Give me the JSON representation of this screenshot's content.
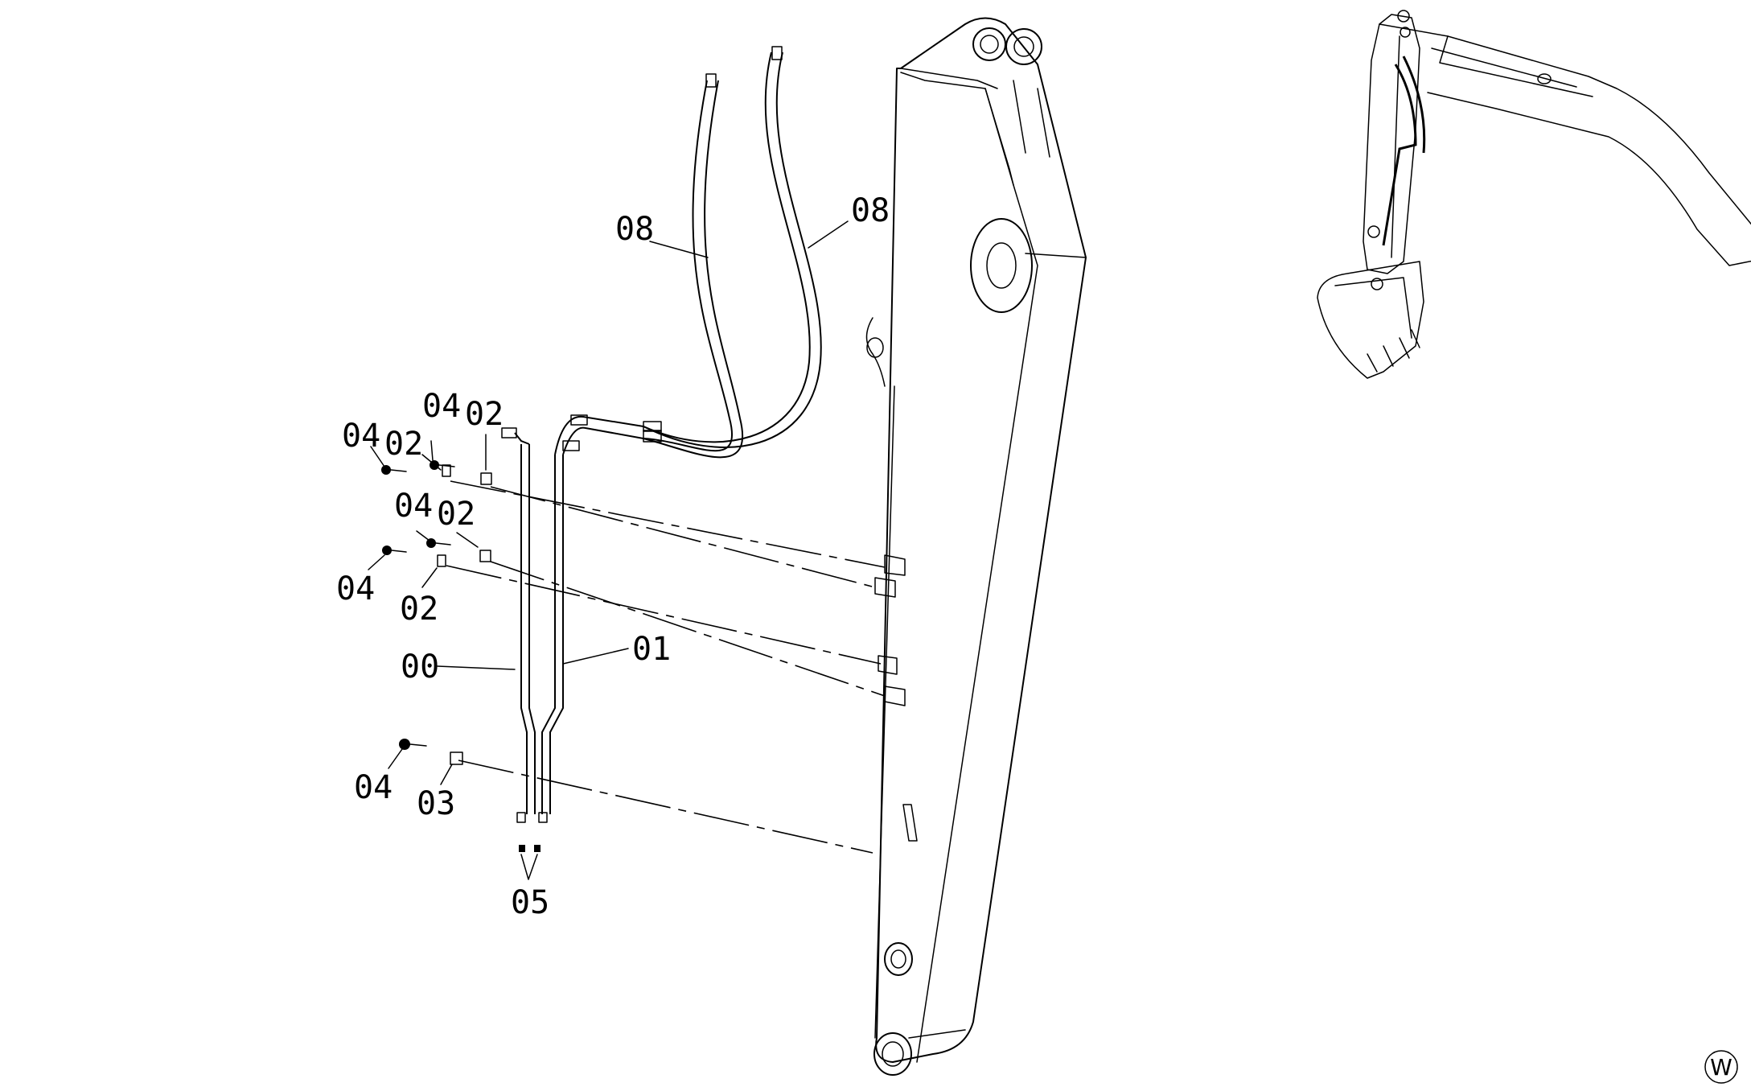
{
  "parts": {
    "hose_00": "00",
    "hose_01": "01",
    "hose_08": "08",
    "clamp_02": "02",
    "clamp_03": "03",
    "bolt_04": "04",
    "fitting_05": "05"
  },
  "drawing": {
    "watermark_letter": "W"
  },
  "colors": {
    "line": "#000000",
    "background": "#ffffff"
  }
}
